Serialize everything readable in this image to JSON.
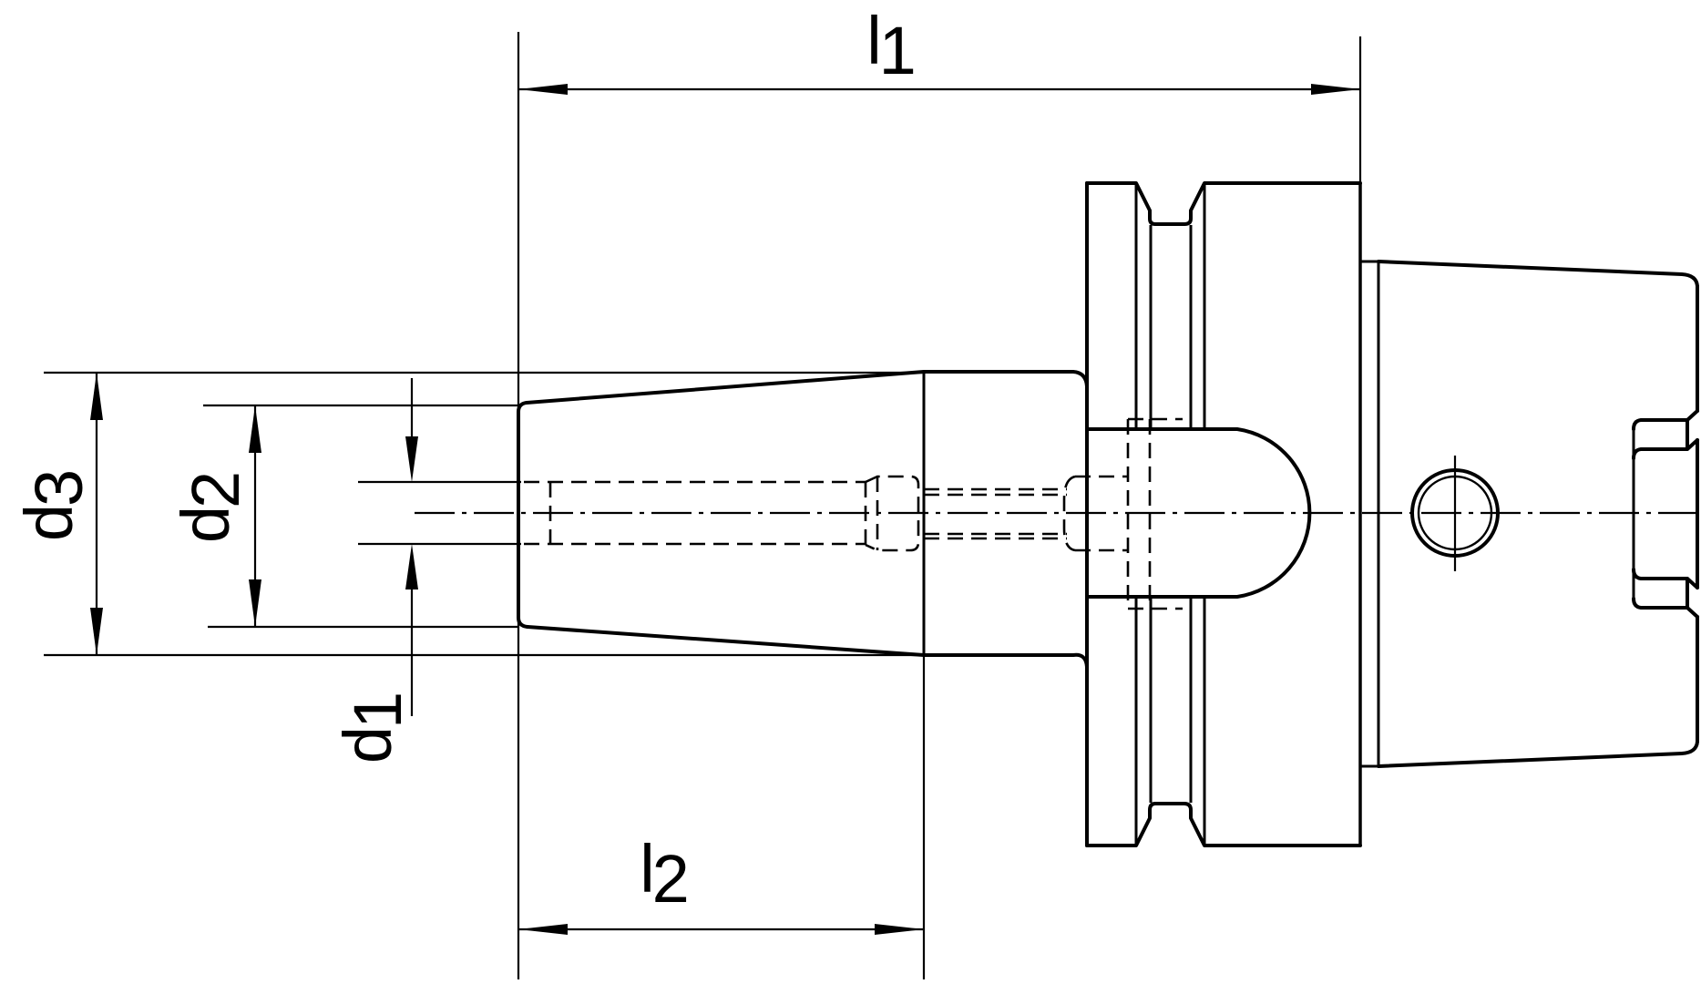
{
  "drawing": {
    "labels": {
      "l1": {
        "base": "l",
        "sub": "1"
      },
      "l2": {
        "base": "l",
        "sub": "2"
      },
      "d1": {
        "base": "d",
        "sub": "1"
      },
      "d2": {
        "base": "d",
        "sub": "2"
      },
      "d3": {
        "base": "d",
        "sub": "3"
      }
    },
    "colors": {
      "line": "#000000",
      "background": "#ffffff"
    }
  }
}
